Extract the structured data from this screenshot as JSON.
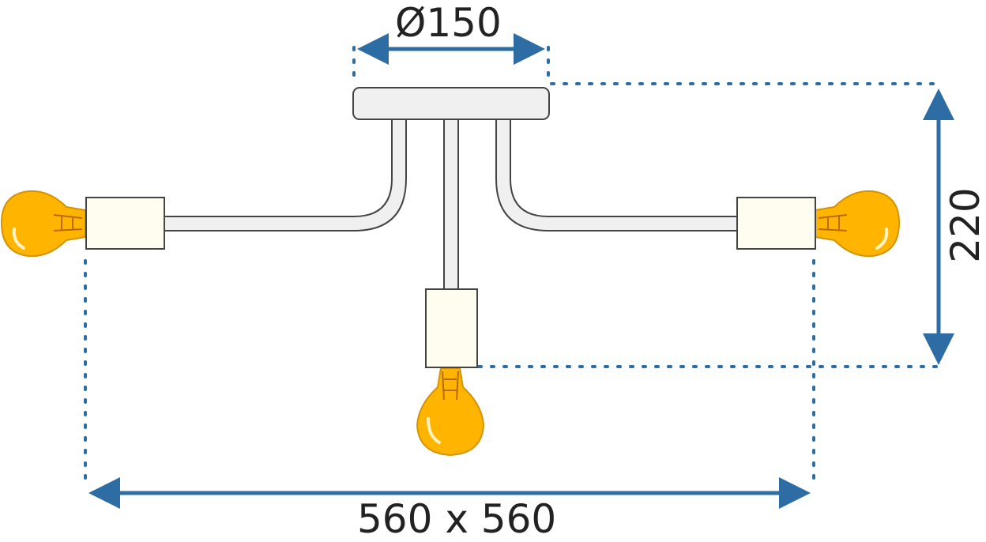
{
  "dimensions": {
    "diameter_label": "Ø150",
    "height_label": "220",
    "width_label": "560 x 560"
  },
  "colors": {
    "arrow": "#2e6da4",
    "dotted_guide": "#2e6da4",
    "fixture_fill": "#f0f0f0",
    "fixture_stroke": "#444444",
    "socket_fill": "#fffdf0",
    "bulb_fill": "#ffb500",
    "bulb_stroke": "#d49300"
  },
  "fixture": {
    "bulb_count": 3
  }
}
